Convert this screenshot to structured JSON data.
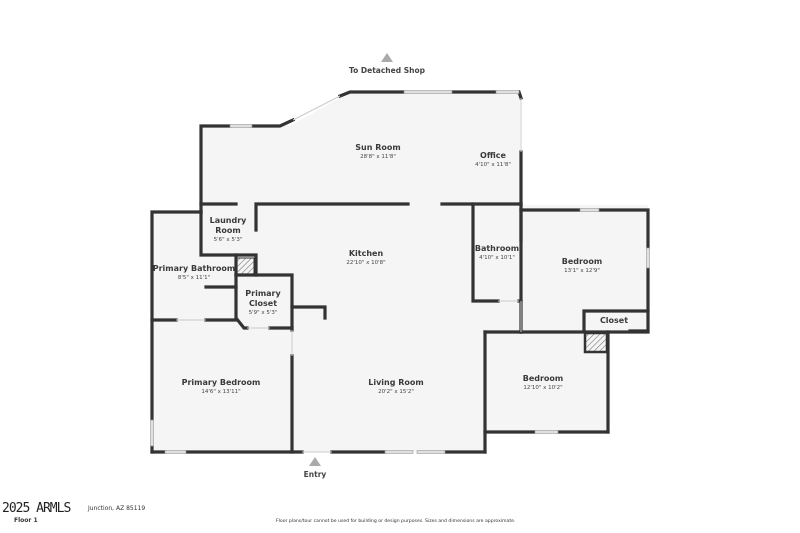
{
  "floorplan": {
    "title": "Floor 1",
    "address": "Junction, AZ 85119",
    "watermark": "2025 ARMLS",
    "disclaimer": "Floor plans/tour cannot be used for building or design purposes. Sizes and dimensions are approximate.",
    "markers": {
      "north": "To Detached Shop",
      "south": "Entry"
    },
    "rooms": [
      {
        "name": "Sun Room",
        "dims": "28'8\" x 11'8\""
      },
      {
        "name": "Office",
        "dims": "4'10\" x 11'8\""
      },
      {
        "name": "Laundry Room",
        "dims": "5'6\" x 5'3\""
      },
      {
        "name": "Kitchen",
        "dims": "22'10\" x 10'8\""
      },
      {
        "name": "Bathroom",
        "dims": "4'10\" x 10'1\""
      },
      {
        "name": "Bedroom",
        "dims": "13'1\" x 12'9\""
      },
      {
        "name": "Primary Bathroom",
        "dims": "8'5\" x 11'1\""
      },
      {
        "name": "Primary Closet",
        "dims": "5'9\" x 5'3\""
      },
      {
        "name": "Closet",
        "dims": ""
      },
      {
        "name": "Primary Bedroom",
        "dims": "14'6\" x 13'11\""
      },
      {
        "name": "Living Room",
        "dims": "20'2\" x 15'2\""
      },
      {
        "name": "Bedroom",
        "dims": "12'10\" x 10'2\""
      }
    ],
    "colors": {
      "wall": "#333333",
      "floor": "#f5f5f5",
      "window": "#d8d8d8",
      "marker": "#aaaaaa"
    }
  }
}
